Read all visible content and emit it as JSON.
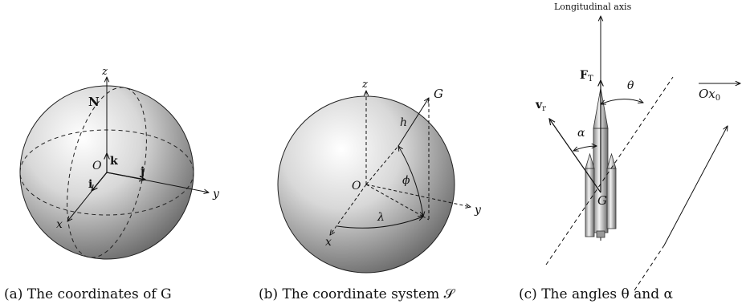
{
  "panel_a": {
    "caption": "(a) The coordinates of G",
    "labels": {
      "z": "z",
      "y": "y",
      "x": "x",
      "N": "N",
      "k": "k",
      "O": "O",
      "j": "j",
      "i": "i"
    }
  },
  "panel_b": {
    "caption": "(b) The coordinate system 𝒮",
    "labels": {
      "z": "z",
      "G": "G",
      "h": "h",
      "O": "O",
      "phi": "ϕ",
      "lambda": "λ",
      "x": "x",
      "y": "y"
    }
  },
  "panel_c": {
    "caption": "(c) The angles θ and α",
    "labels": {
      "axis": "Longitudinal axis",
      "FT": "F",
      "FT_sub": "T",
      "theta": "θ",
      "vr": "v",
      "vr_sub": "r",
      "alpha": "α",
      "G": "G",
      "Ox0": "Ox",
      "Ox0_sub": "0"
    }
  }
}
